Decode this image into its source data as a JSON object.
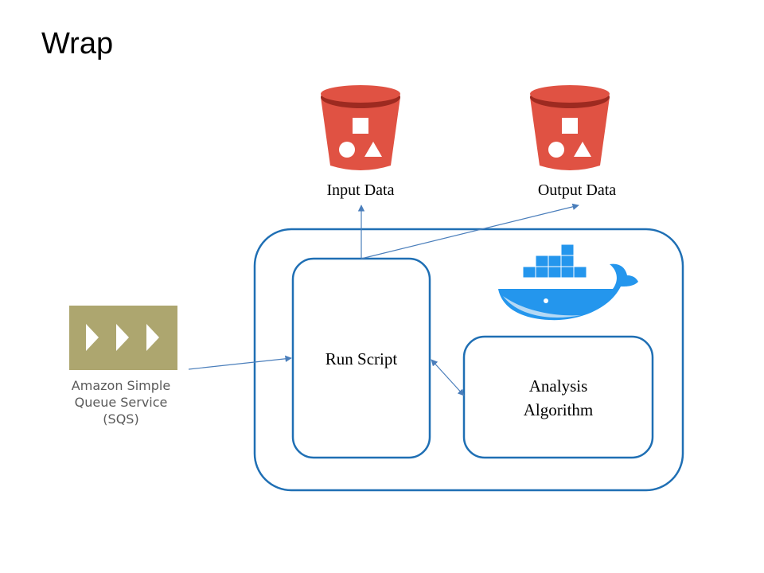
{
  "title": "Wrap",
  "buckets": {
    "input": {
      "label": "Input Data"
    },
    "output": {
      "label": "Output Data"
    }
  },
  "sqs": {
    "lines": [
      "Amazon Simple",
      "Queue Service",
      "(SQS)"
    ]
  },
  "boxes": {
    "run_script": "Run Script",
    "analysis": [
      "Analysis",
      "Algorithm"
    ]
  },
  "colors": {
    "bucket": "#e05243",
    "bucket_dark": "#9d2a20",
    "container_border": "#1f6fb4",
    "arrow": "#4a7ebb",
    "sqs_tile": "#ada66f",
    "docker_blue": "#2496ed"
  },
  "icons": [
    "s3-bucket-icon",
    "sqs-icon",
    "docker-whale-icon"
  ]
}
